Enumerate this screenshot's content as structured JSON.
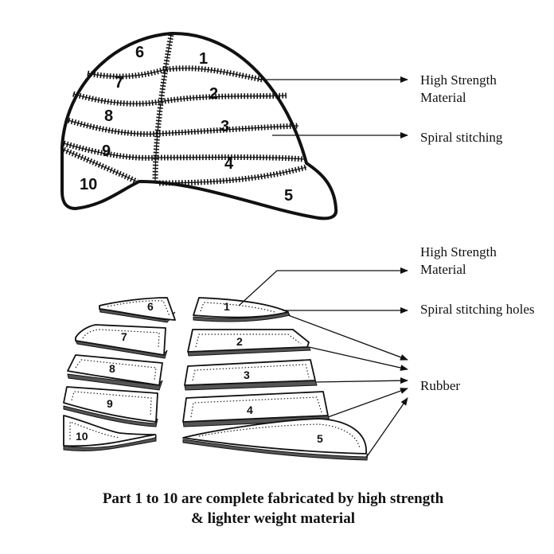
{
  "helmet_part_numbers": [
    "1",
    "2",
    "3",
    "4",
    "5",
    "6",
    "7",
    "8",
    "9",
    "10"
  ],
  "exploded_part_numbers": [
    "1",
    "2",
    "3",
    "4",
    "5",
    "6",
    "7",
    "8",
    "9",
    "10"
  ],
  "top_labels": {
    "high_strength_line1": "High Strength",
    "high_strength_line2": "Material",
    "spiral_stitching": "Spiral stitching"
  },
  "bottom_labels": {
    "high_strength_line1": "High Strength",
    "high_strength_line2": "Material",
    "spiral_stitching_holes": "Spiral stitching holes",
    "rubber": "Rubber"
  },
  "caption": {
    "line1": "Part 1 to 10 are complete fabricated by high strength",
    "line2": "& lighter weight material"
  }
}
